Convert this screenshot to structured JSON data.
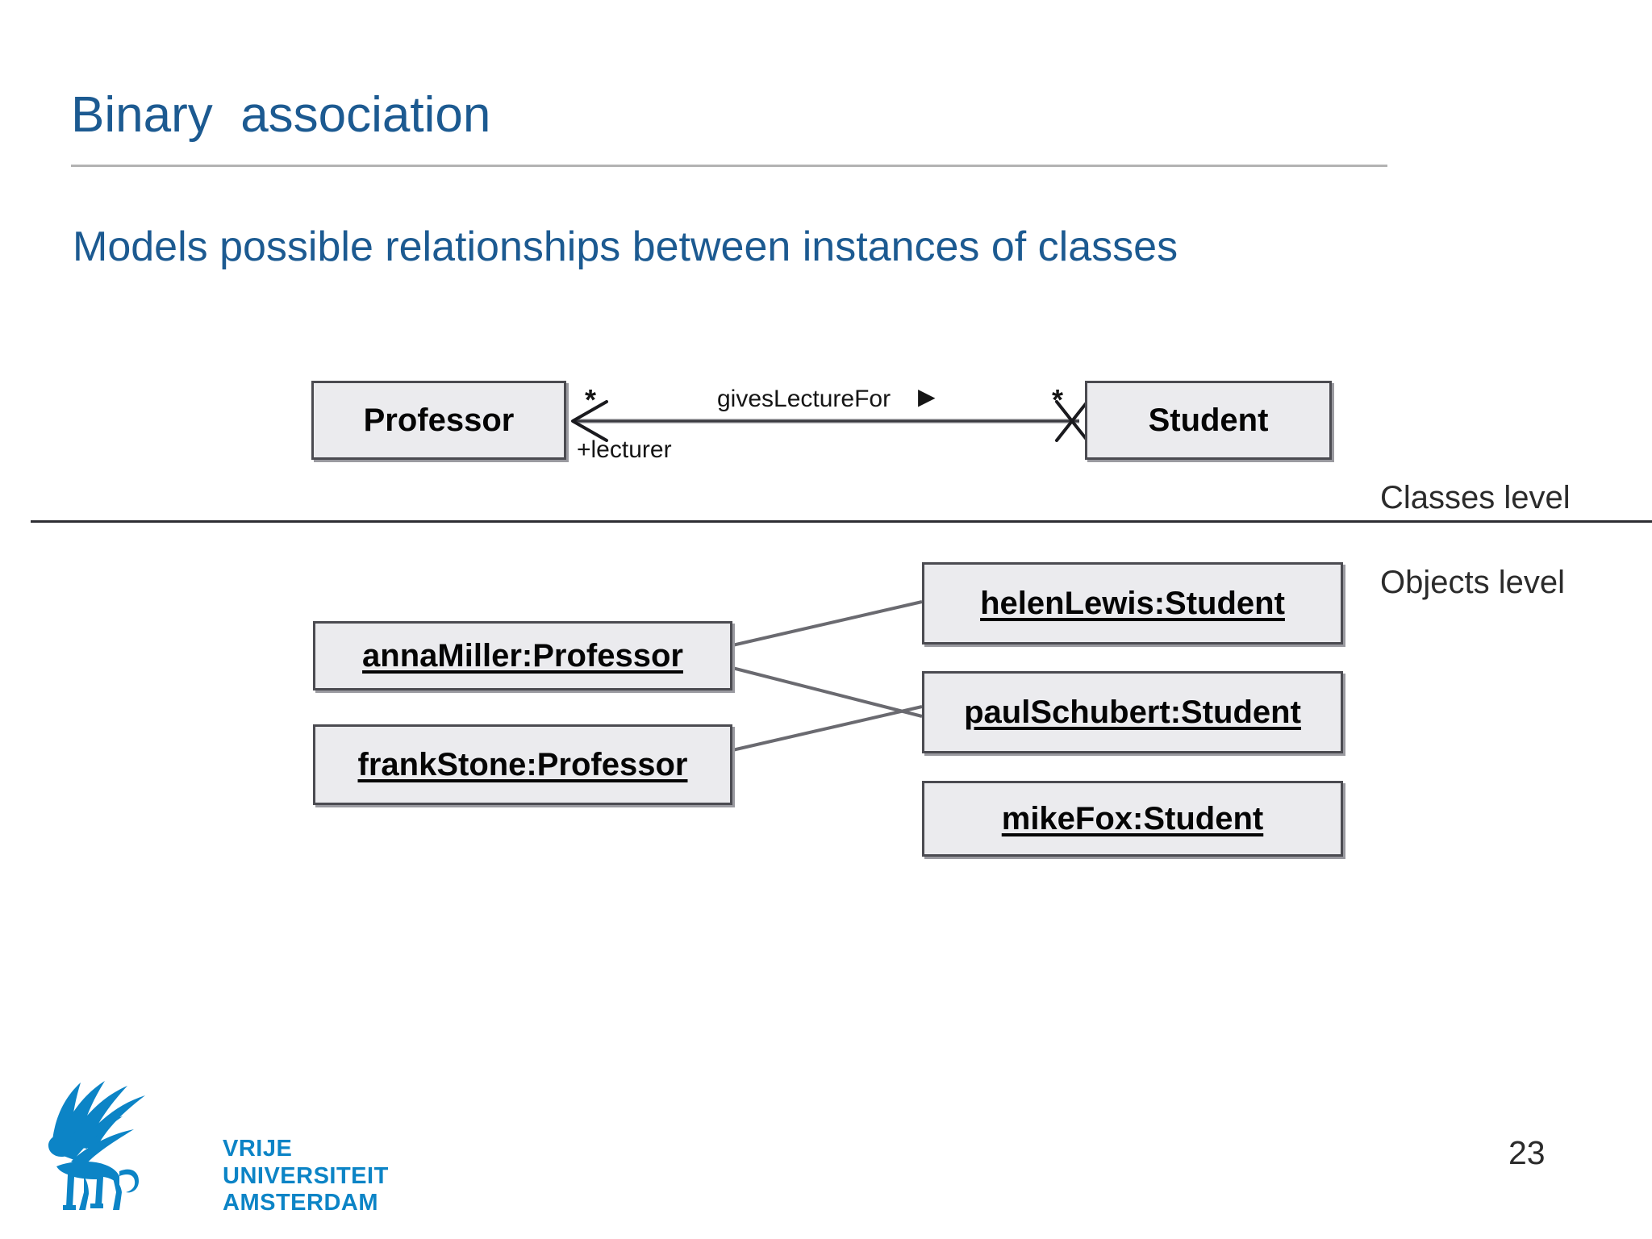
{
  "slide": {
    "title": "Binary  association",
    "subtitle": "Models possible relationships between instances of classes",
    "page_number": "23"
  },
  "levels": {
    "classes_label": "Classes level",
    "objects_label": "Objects level"
  },
  "class_diagram": {
    "boxes": [
      {
        "name": "Professor"
      },
      {
        "name": "Student"
      }
    ],
    "association": {
      "name": "givesLectureFor",
      "direction_glyph": "▶",
      "multiplicity_source": "*",
      "multiplicity_target": "*",
      "role_source": "+lecturer",
      "navigability_source": "arrow",
      "navigability_target": "cross"
    }
  },
  "object_diagram": {
    "professors": [
      {
        "name": "annaMiller:Professor"
      },
      {
        "name": "frankStone:Professor"
      }
    ],
    "students": [
      {
        "name": "helenLewis:Student"
      },
      {
        "name": "paulSchubert:Student"
      },
      {
        "name": "mikeFox:Student"
      }
    ],
    "links": [
      {
        "from": "annaMiller:Professor",
        "to": "helenLewis:Student"
      },
      {
        "from": "annaMiller:Professor",
        "to": "paulSchubert:Student"
      },
      {
        "from": "frankStone:Professor",
        "to": "paulSchubert:Student"
      }
    ]
  },
  "footer": {
    "logo_lines": [
      "VRIJE",
      "UNIVERSITEIT",
      "AMSTERDAM"
    ],
    "logo_icon": "vu-griffin-icon"
  },
  "colors": {
    "heading_blue": "#1c5a91",
    "logo_blue": "#0c84c6",
    "box_fill": "#ebebee",
    "box_border": "#4b4b51",
    "rule_gray": "#b3b3b3",
    "divider_dark": "#2e2e33"
  }
}
